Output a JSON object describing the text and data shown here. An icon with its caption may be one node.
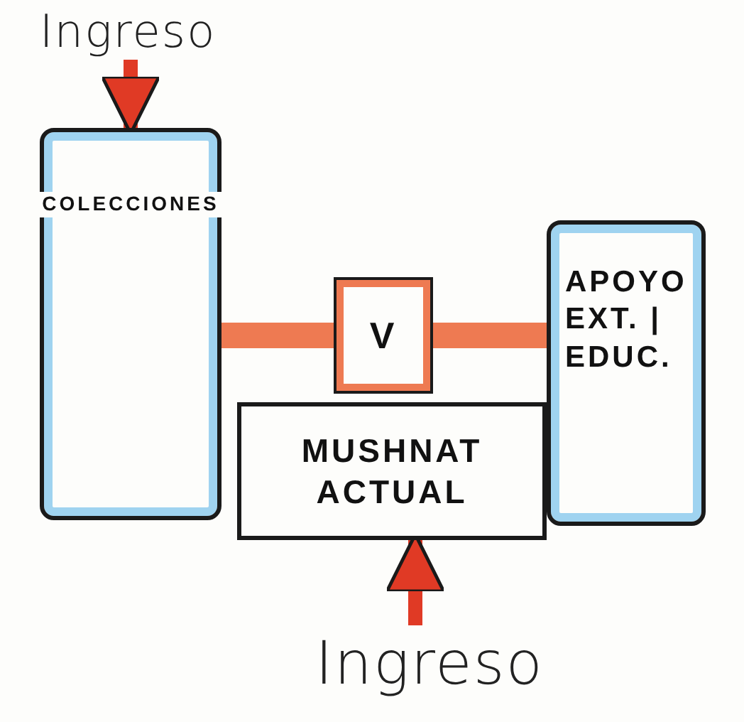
{
  "diagram": {
    "nodes": [
      {
        "text": [
          "COLECCIONES"
        ]
      },
      {
        "text": [
          "APOYO EXT. | EDUC."
        ]
      },
      {
        "text": [
          "MUSHNAT ACTUAL"
        ]
      },
      {
        "text": [
          "V"
        ]
      },
      {
        "text": [
          "Ingreso"
        ]
      },
      {
        "text": [
          "Ingreso"
        ]
      }
    ],
    "edges": [
      {
        "from": 4,
        "to": 0,
        "arrow": "to"
      },
      {
        "from": 5,
        "to": 2,
        "arrow": "to"
      },
      {
        "from": 0,
        "to": 3,
        "arrow": "none",
        "style": "thick",
        "color": "#ee7a52"
      },
      {
        "from": 3,
        "to": 1,
        "arrow": "none",
        "style": "thick",
        "color": "#ee7a52"
      }
    ]
  }
}
